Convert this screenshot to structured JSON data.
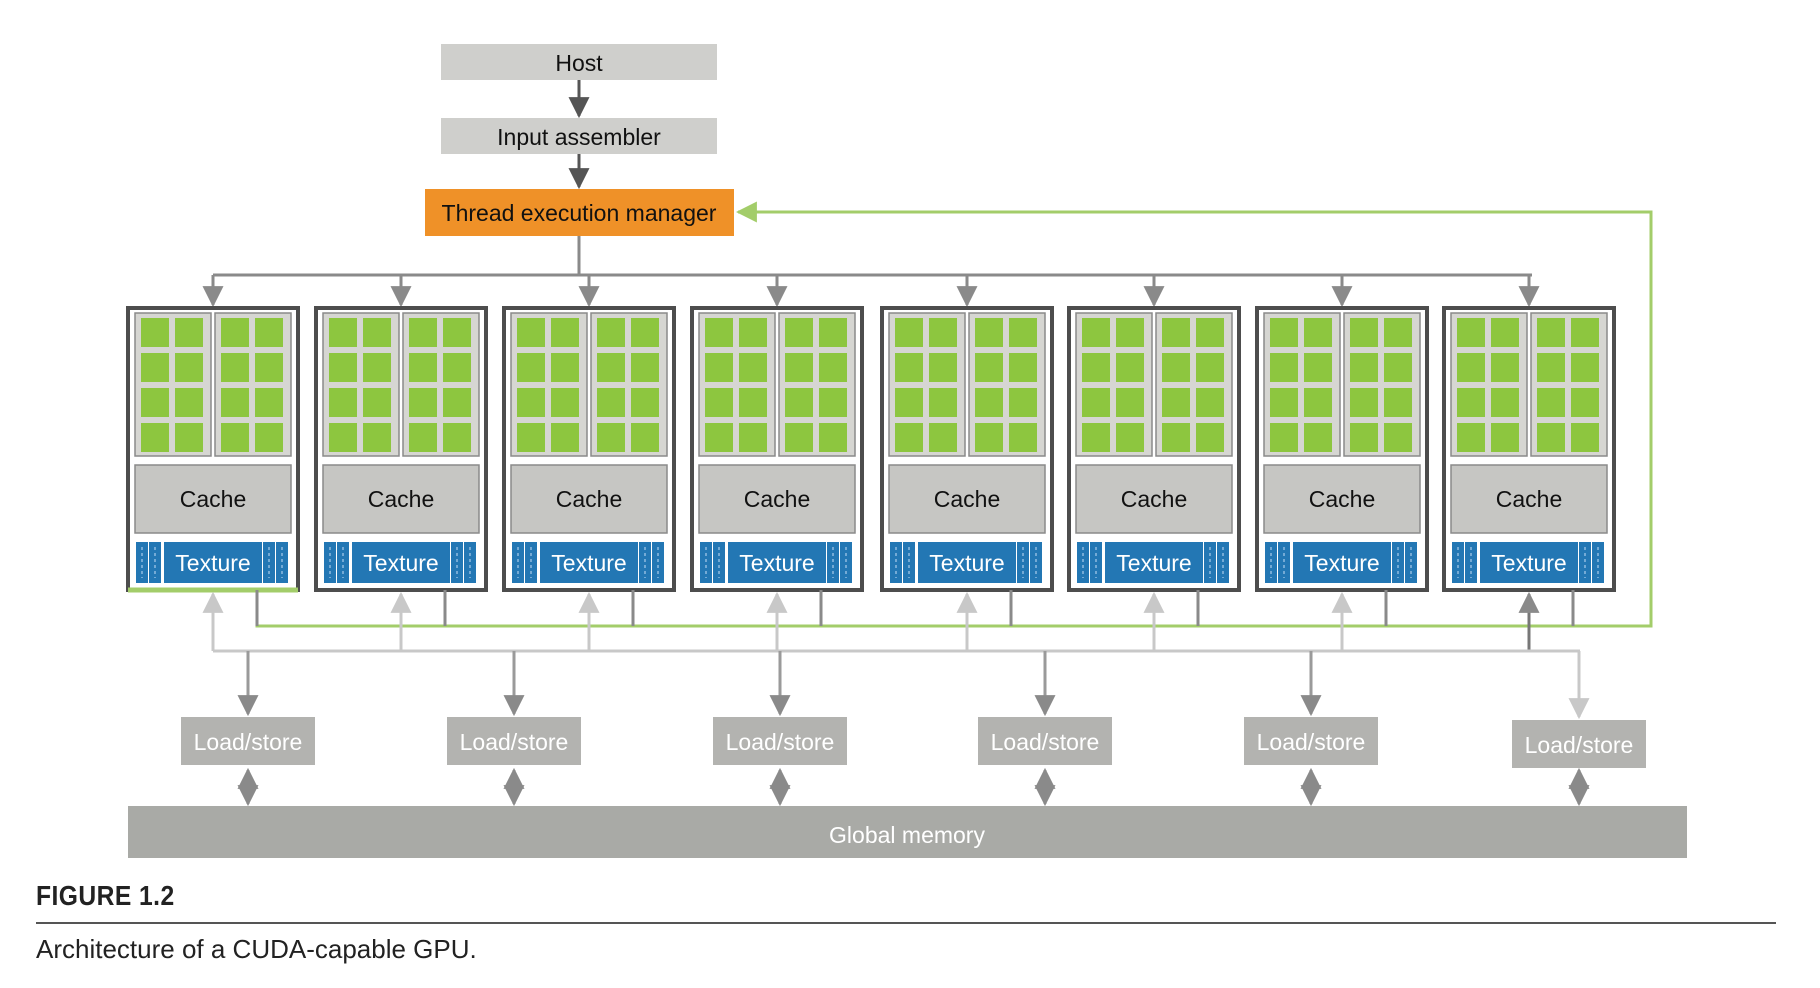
{
  "diagram": {
    "host": "Host",
    "input_assembler": "Input assembler",
    "thread_manager": "Thread execution manager",
    "cache_label": "Cache",
    "texture_label": "Texture",
    "load_store_label": "Load/store",
    "global_memory": "Global memory",
    "sm_count": 8,
    "load_store_count": 6,
    "colors": {
      "gray_box": "#cfcfcc",
      "orange": "#ef9128",
      "green": "#8dc63f",
      "green_line": "#a3cd6a",
      "blue": "#2377b4",
      "dark_border": "#4d4d4d",
      "light_arrow": "#c8c8c8",
      "global_memory": "#a9aaa6"
    }
  },
  "figure": {
    "number": "FIGURE 1.2",
    "caption": "Architecture of a CUDA-capable GPU."
  }
}
